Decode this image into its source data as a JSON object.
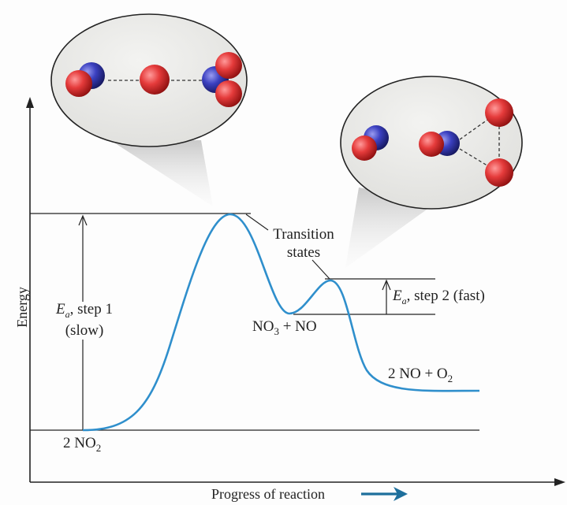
{
  "axes": {
    "y_label": "Energy",
    "x_label": "Progress of reaction"
  },
  "annotations": {
    "reactant": {
      "coef": "2 NO",
      "sub": "2"
    },
    "intermediate": {
      "pre": "NO",
      "sub": "3",
      "post": " + NO"
    },
    "product": {
      "pre": "2 NO + O",
      "sub": "2"
    },
    "transition_line1": "Transition",
    "transition_line2": "states",
    "ea1": {
      "e": "E",
      "a": "a",
      "rest": ", step 1",
      "line2": "(slow)"
    },
    "ea2": {
      "e": "E",
      "a": "a",
      "rest": ", step 2 (fast)"
    }
  },
  "colors": {
    "curve": "#2f8fcc",
    "axis": "#222222",
    "oxygen": "#d63a3a",
    "nitrogen": "#3a3fb0",
    "arrow": "#1e6f9c"
  }
}
